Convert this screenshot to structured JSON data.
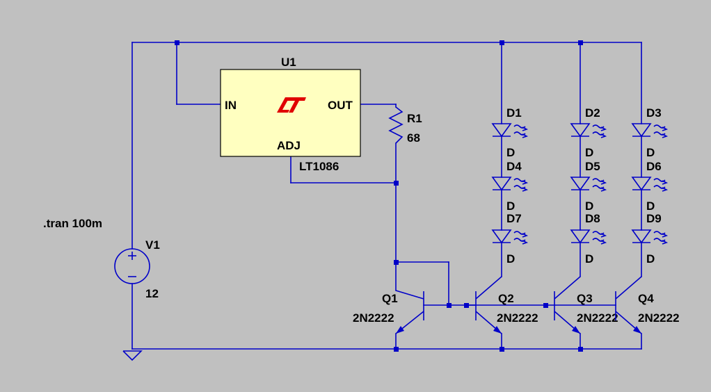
{
  "directive": ".tran 100m",
  "regulator": {
    "ref": "U1",
    "part": "LT1086",
    "pin_in": "IN",
    "pin_out": "OUT",
    "pin_adj": "ADJ",
    "logo_color": "#e00000"
  },
  "resistor": {
    "ref": "R1",
    "value": "68"
  },
  "source": {
    "ref": "V1",
    "value": "12"
  },
  "diodes": [
    {
      "ref": "D1",
      "model": "D"
    },
    {
      "ref": "D4",
      "model": "D"
    },
    {
      "ref": "D7",
      "model": "D"
    },
    {
      "ref": "D2",
      "model": "D"
    },
    {
      "ref": "D5",
      "model": "D"
    },
    {
      "ref": "D8",
      "model": "D"
    },
    {
      "ref": "D3",
      "model": "D"
    },
    {
      "ref": "D6",
      "model": "D"
    },
    {
      "ref": "D9",
      "model": "D"
    }
  ],
  "transistors": [
    {
      "ref": "Q1",
      "model": "2N2222"
    },
    {
      "ref": "Q2",
      "model": "2N2222"
    },
    {
      "ref": "Q3",
      "model": "2N2222"
    },
    {
      "ref": "Q4",
      "model": "2N2222"
    }
  ],
  "colors": {
    "background": "#c0c0c0",
    "wire": "#0000c8",
    "component_fill": "#ffffc0",
    "text": "#000000"
  }
}
